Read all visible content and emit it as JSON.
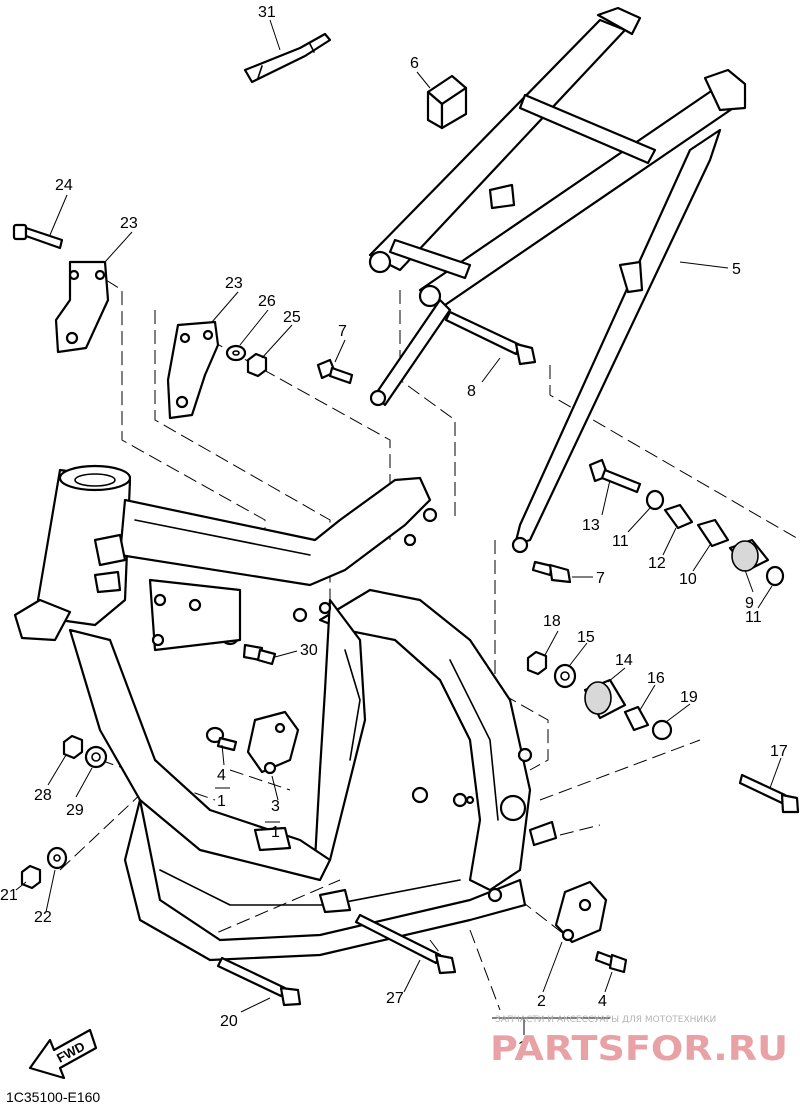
{
  "diagram": {
    "code": "1C35100-E160",
    "fwd": "FWD",
    "watermark": {
      "top": "ЗАПЧАСТИ И АКСЕССУАРЫ ДЛЯ МОТОТЕХНИКИ",
      "brand": "PARTSFOR.RU"
    },
    "labels": {
      "p1a": "1",
      "p1b": "1",
      "p1c": "1",
      "p2": "2",
      "p3": "3",
      "p4a": "4",
      "p4b": "4",
      "p5": "5",
      "p6": "6",
      "p7a": "7",
      "p7b": "7",
      "p8": "8",
      "p9": "9",
      "p10": "10",
      "p11a": "11",
      "p11b": "11",
      "p12": "12",
      "p13": "13",
      "p14": "14",
      "p15": "15",
      "p16": "16",
      "p17": "17",
      "p18": "18",
      "p19": "19",
      "p20": "20",
      "p21": "21",
      "p22": "22",
      "p23a": "23",
      "p23b": "23",
      "p24": "24",
      "p25": "25",
      "p26": "26",
      "p27": "27",
      "p28": "28",
      "p29": "29",
      "p30": "30",
      "p31": "31"
    }
  }
}
